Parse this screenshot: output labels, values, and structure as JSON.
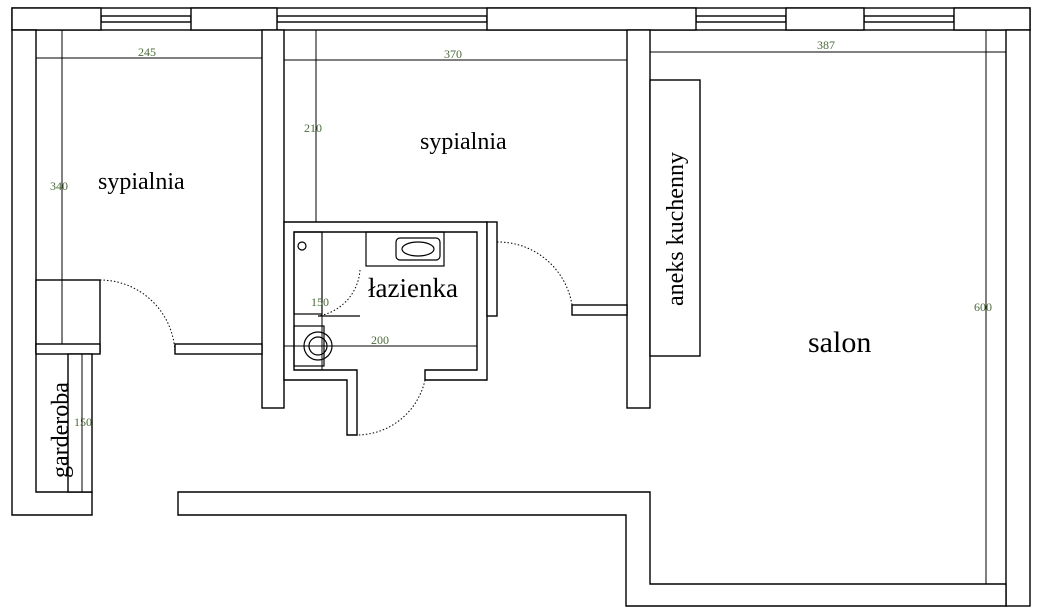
{
  "rooms": {
    "bedroom_left": "sypialnia",
    "bedroom_middle": "sypialnia",
    "bathroom": "łazienka",
    "kitchenette": "aneks kuchenny",
    "living_room": "salon",
    "wardrobe": "garderoba"
  },
  "dimensions": {
    "left_bedroom_width": "245",
    "left_bedroom_depth": "340",
    "middle_bedroom_width": "370",
    "middle_bedroom_depth": "210",
    "bathroom_height": "150",
    "bathroom_width": "200",
    "wardrobe_depth": "150",
    "salon_width": "387",
    "salon_depth": "600"
  },
  "colors": {
    "dimension_text": "#4a6b3a",
    "walls": "#000000",
    "background": "#ffffff"
  }
}
